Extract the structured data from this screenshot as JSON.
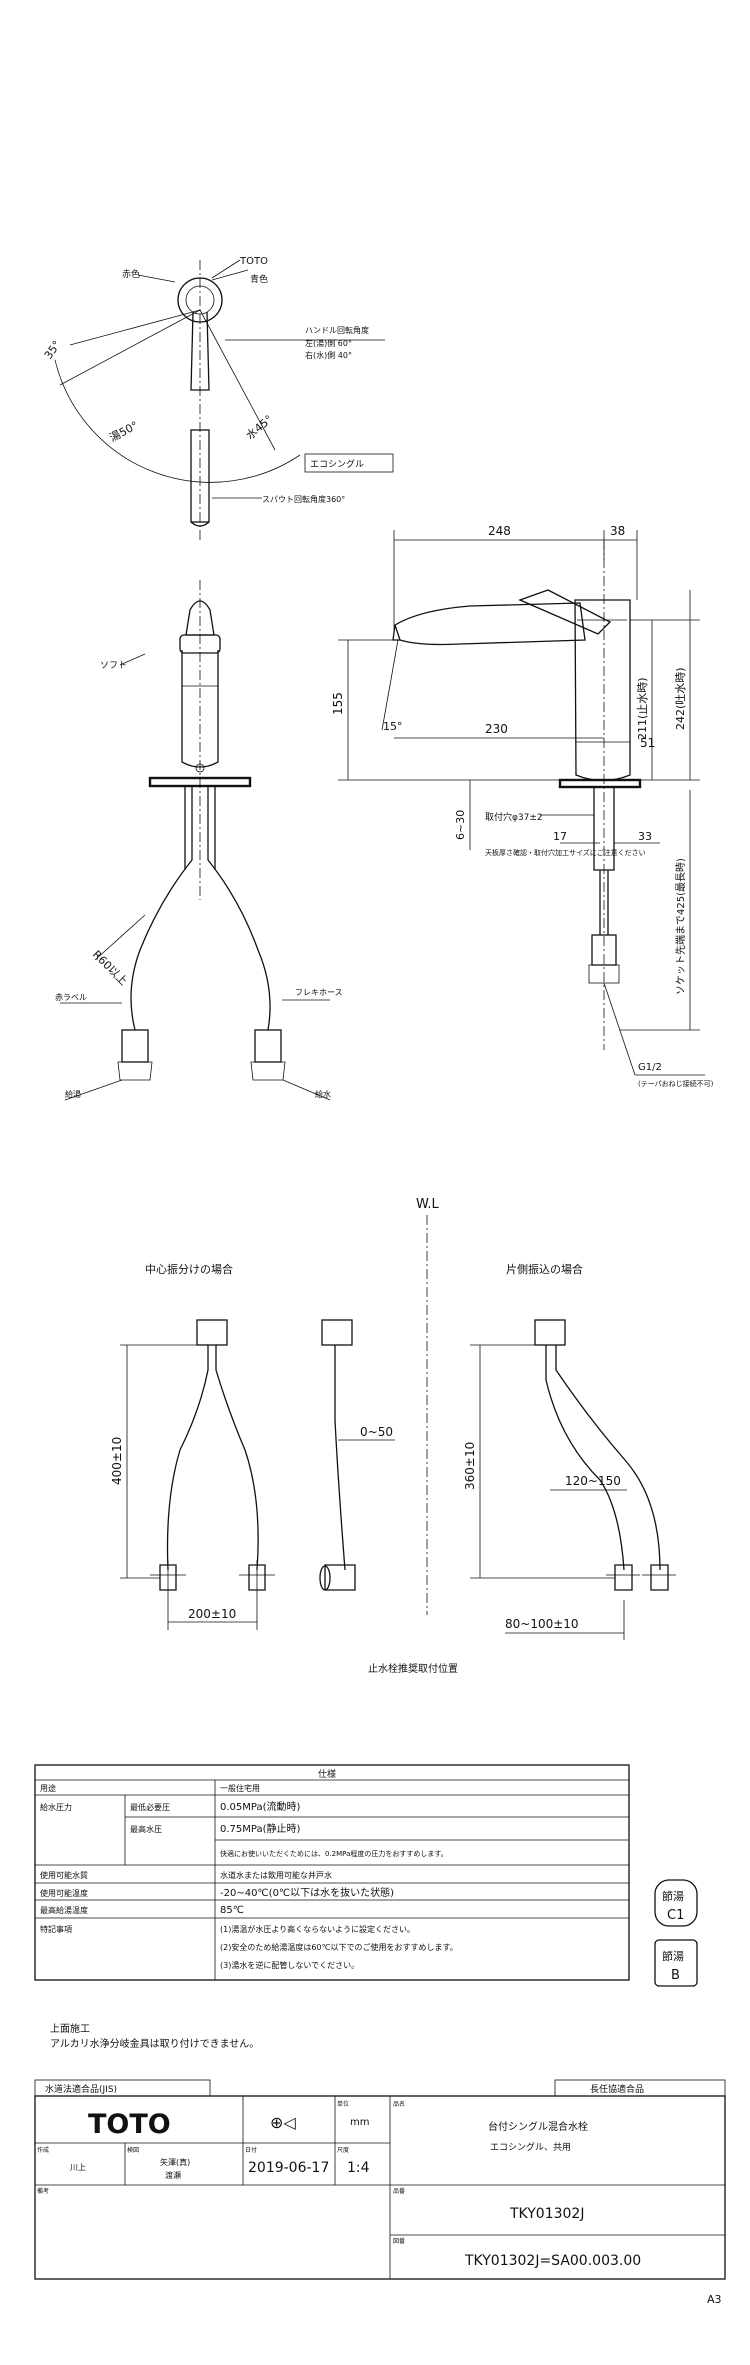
{
  "top_view": {
    "brand_label": "TOTO",
    "cold_label": "青色",
    "hot_label": "赤色",
    "handle_angle_title": "ハンドル回転角度",
    "handle_angle_hot": "左(湯)側 60°",
    "handle_angle_cold": "右(水)側 40°",
    "angle_tilt": "35°",
    "angle_hot": "湯50°",
    "angle_cold": "水45°",
    "eco_box": "エコシングル",
    "spout_rotation": "スパウト回転角度360°"
  },
  "front_view": {
    "soft_label": "ソフト",
    "r_label": "R60以上",
    "red_label": "赤ラベル",
    "flex_hose": "フレキホース",
    "hot_water": "給湯",
    "cold_water": "給水"
  },
  "side_view": {
    "dim_248": "248",
    "dim_38": "38",
    "dim_155": "155",
    "dim_15deg": "15°",
    "dim_230": "230",
    "dim_211": "211(止水時)",
    "dim_242": "242(吐水時)",
    "dim_51": "51",
    "counter_thickness": "6~30",
    "counter_note": "天板厚さ確認・取付穴加工サイズにご注意ください",
    "mount_hole": "取付穴φ37±2",
    "dim_17": "17",
    "dim_33": "33",
    "socket_length": "ソケット先端まで425(最長時)",
    "pipe_size": "G1/2",
    "pipe_note": "(テーパおねじ接続不可)"
  },
  "install": {
    "wl_label": "W.L",
    "center_title": "中心振分けの場合",
    "one_side_title": "片側振込の場合",
    "dim_400": "400±10",
    "dim_0_50": "0~50",
    "dim_200": "200±10",
    "dim_360": "360±10",
    "dim_120_150": "120~150",
    "dim_80_100": "80~100±10",
    "caption": "止水栓推奨取付位置"
  },
  "spec": {
    "title": "仕様",
    "rows": [
      {
        "k1": "用途",
        "k2": "",
        "v": "一般住宅用"
      },
      {
        "k1": "給水圧力",
        "k2": "最低必要圧",
        "v": "0.05MPa(流動時)"
      },
      {
        "k1": "",
        "k2": "最高水圧",
        "v": "0.75MPa(静止時)"
      },
      {
        "k1": "",
        "k2": "",
        "v": "快適にお使いいただくためには、0.2MPa程度の圧力をおすすめします。"
      },
      {
        "k1": "使用可能水質",
        "k2": "",
        "v": "水道水または飲用可能な井戸水"
      },
      {
        "k1": "使用可能温度",
        "k2": "",
        "v": "-20~40℃(0℃以下は水を抜いた状態)"
      },
      {
        "k1": "最高給湯温度",
        "k2": "",
        "v": "85℃"
      },
      {
        "k1": "特記事項",
        "k2": "",
        "v": "(1)湯温が水圧より高くならないように設定ください。"
      },
      {
        "k1": "",
        "k2": "",
        "v": "(2)安全のため給湯温度は60℃以下でのご使用をおすすめします。"
      },
      {
        "k1": "",
        "k2": "",
        "v": "(3)湯水を逆に配管しないでください。"
      }
    ],
    "badge1_top": "節湯",
    "badge1_bottom": "C1",
    "badge2_top": "節湯",
    "badge2_bottom": "B"
  },
  "notes": {
    "title": "上面施工",
    "text": "アルカリ水浄分岐金具は取り付けできません。"
  },
  "title_block": {
    "left_header": "水道法適合品(JIS)",
    "right_header": "長任協適合品",
    "brand": "TOTO",
    "unit_label": "単位",
    "unit": "mm",
    "name_label": "品名",
    "product_name": "台付シングル混合水栓",
    "product_sub": "エコシングル、共用",
    "date_label": "日付",
    "scale_label": "尺度",
    "date": "2019-06-17",
    "scale": "1:4",
    "drawn_label": "作成",
    "drawn": "川上",
    "check_label": "検図",
    "checked": "矢澤(真)",
    "approved": "渡瀬",
    "model_label": "品番",
    "model": "TKY01302J",
    "drawing_label": "図番",
    "drawing_no": "TKY01302J=SA00.003.00",
    "note_label": "備考",
    "sheet_size": "A3"
  }
}
